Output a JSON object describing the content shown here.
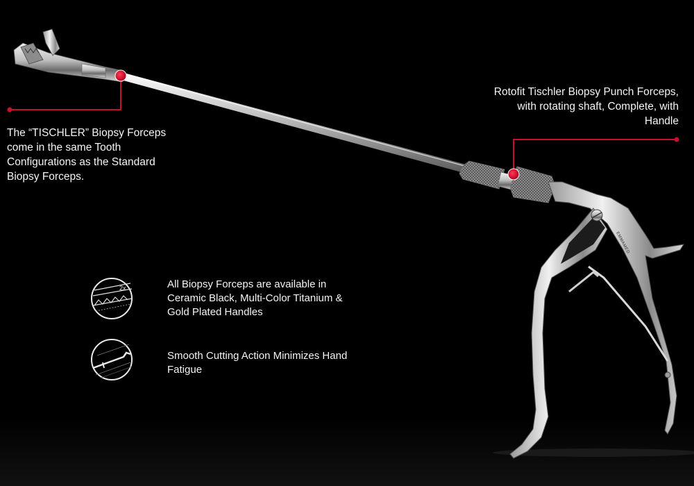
{
  "callouts": {
    "left": {
      "text": "The “TISCHLER” Biopsy Forceps come in the same Tooth Configurations as the Standard Biopsy Forceps."
    },
    "right": {
      "text": "Rotofit Tischler Biopsy Punch Forceps, with rotating shaft, Complete, with Handle"
    }
  },
  "features": [
    {
      "icon": "tooth-configuration-2x-icon",
      "text": "All Biopsy Forceps are available in Ceramic Black, Multi-Color Titanium & Gold Plated Handles"
    },
    {
      "icon": "cutting-tip-icon",
      "text": "Smooth Cutting Action Minimizes Hand Fatigue"
    }
  ],
  "icon_badge_2x": "2x",
  "instrument_engraving": "EMMAMED",
  "colors": {
    "background": "#000000",
    "accent": "#c8102e",
    "text": "#f4f4f4"
  }
}
